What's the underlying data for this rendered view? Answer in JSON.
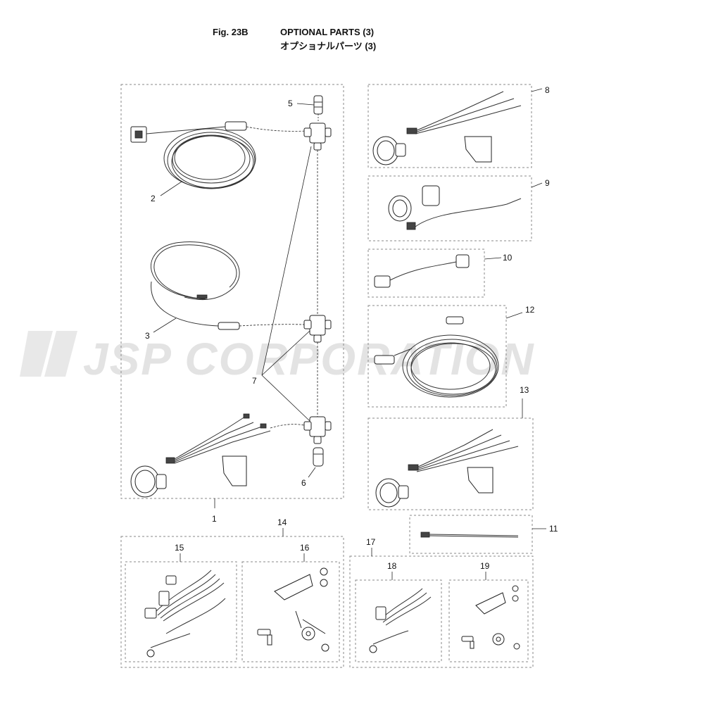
{
  "header": {
    "fig_label": "Fig. 23B",
    "title_en": "OPTIONAL PARTS (3)",
    "title_jp": "オプショナルパーツ (3)"
  },
  "watermark": "JSP CORPORATION",
  "callouts": {
    "c1": "1",
    "c2": "2",
    "c3": "3",
    "c5": "5",
    "c6": "6",
    "c7": "7",
    "c8": "8",
    "c9": "9",
    "c10": "10",
    "c11": "11",
    "c12": "12",
    "c13": "13",
    "c14": "14",
    "c15": "15",
    "c16": "16",
    "c17": "17",
    "c18": "18",
    "c19": "19"
  },
  "icons": [
    "gauge-icon",
    "cable-coil-icon",
    "t-connector-icon",
    "terminator-icon",
    "harness-icon",
    "bracket-icon",
    "bolt-icon",
    "nut-icon",
    "cable-tie-icon"
  ]
}
